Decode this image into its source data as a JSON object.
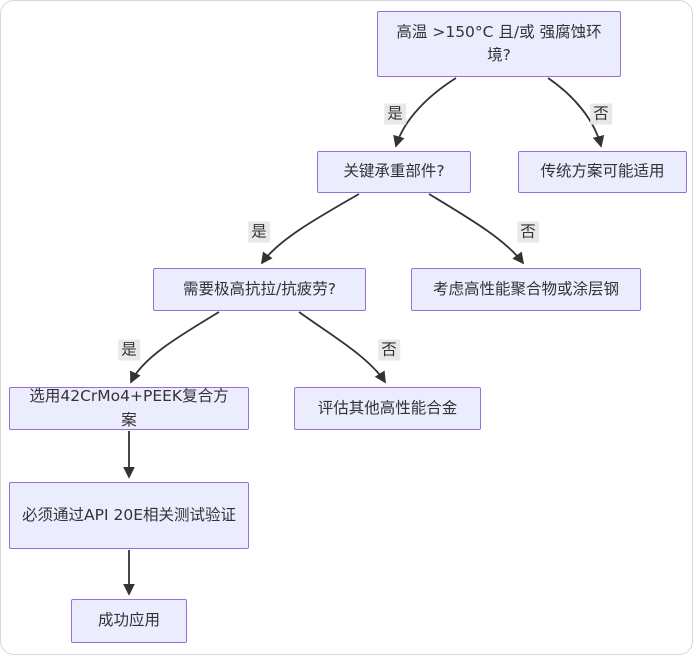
{
  "flowchart": {
    "type": "decision-flowchart",
    "nodes": [
      {
        "id": "high-temp-question",
        "label": "高温 >150°C 且/或 强腐蚀环境?"
      },
      {
        "id": "load-bearing-question",
        "label": "关键承重部件?"
      },
      {
        "id": "traditional-solution",
        "label": "传统方案可能适用"
      },
      {
        "id": "tensile-fatigue-question",
        "label": "需要极高抗拉/抗疲劳?"
      },
      {
        "id": "polymer-coated-steel",
        "label": "考虑高性能聚合物或涂层钢"
      },
      {
        "id": "crmo-peek-solution",
        "label": "选用42CrMo4+PEEK复合方案"
      },
      {
        "id": "other-alloys",
        "label": "评估其他高性能合金"
      },
      {
        "id": "api-20e-test",
        "label": "必须通过API 20E相关测试验证"
      },
      {
        "id": "success",
        "label": "成功应用"
      }
    ],
    "edges": [
      {
        "from": "high-temp-question",
        "to": "load-bearing-question",
        "label": "是"
      },
      {
        "from": "high-temp-question",
        "to": "traditional-solution",
        "label": "否"
      },
      {
        "from": "load-bearing-question",
        "to": "tensile-fatigue-question",
        "label": "是"
      },
      {
        "from": "load-bearing-question",
        "to": "polymer-coated-steel",
        "label": "否"
      },
      {
        "from": "tensile-fatigue-question",
        "to": "crmo-peek-solution",
        "label": "是"
      },
      {
        "from": "tensile-fatigue-question",
        "to": "other-alloys",
        "label": "否"
      },
      {
        "from": "crmo-peek-solution",
        "to": "api-20e-test",
        "label": ""
      },
      {
        "from": "api-20e-test",
        "to": "success",
        "label": ""
      }
    ],
    "colors": {
      "node_fill": "#ECECFF",
      "node_border": "#9370DB",
      "edge_line": "#333333",
      "edge_label_bg": "#e8e8e8",
      "text": "#333333"
    }
  }
}
